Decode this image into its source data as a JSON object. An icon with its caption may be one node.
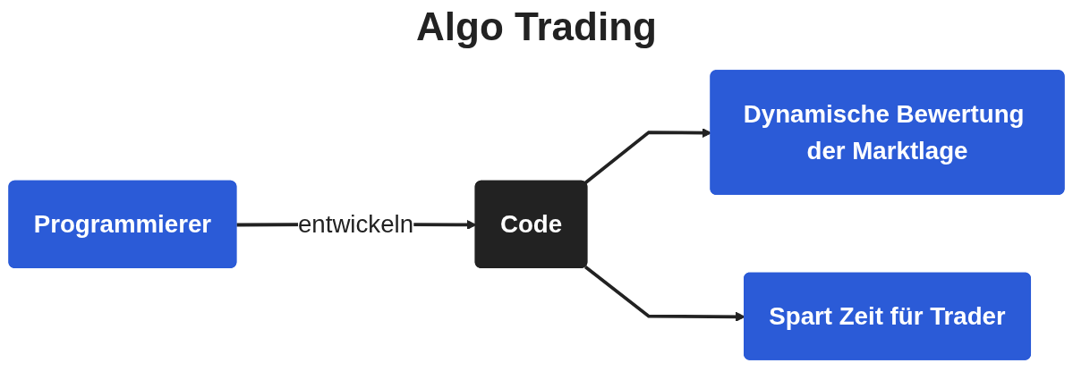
{
  "diagram": {
    "title": "Algo Trading",
    "nodes": [
      {
        "text": [
          "Programmierer"
        ]
      },
      {
        "text": [
          "Code"
        ]
      },
      {
        "text": [
          "Dynamische Bewertung der Marktlage"
        ]
      },
      {
        "text": [
          "Spart Zeit für Trader"
        ]
      }
    ],
    "edges": [
      {
        "from": 0,
        "to": 1,
        "arrow": "to",
        "label": "entwickeln"
      },
      {
        "from": 1,
        "to": 2,
        "arrow": "to"
      },
      {
        "from": 1,
        "to": 3,
        "arrow": "to"
      }
    ]
  }
}
